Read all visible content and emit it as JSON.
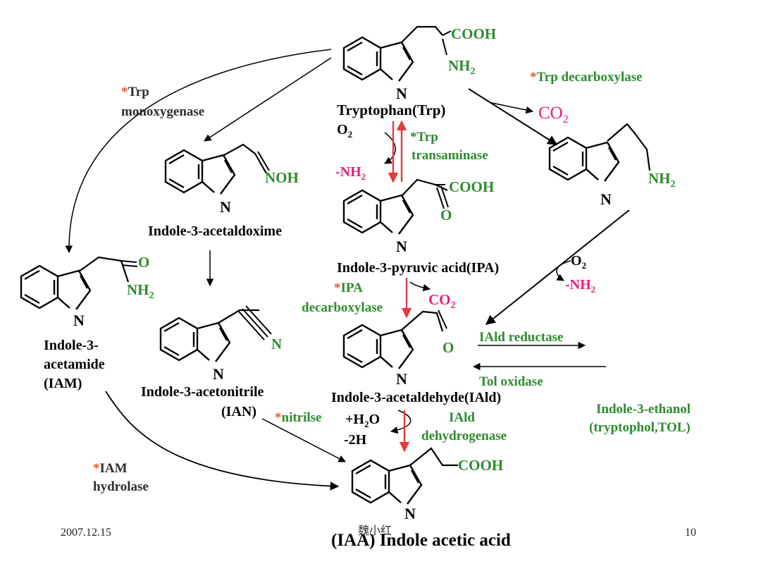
{
  "colors": {
    "green": "#2E8B2E",
    "red": "#E23B3B",
    "magenta": "#E8207A",
    "black": "#000000",
    "star": "#E8552E"
  },
  "atoms": {
    "cooh": "COOH",
    "nh2": "NH",
    "two": "2",
    "n": "N",
    "o": "O",
    "noh": "NOH",
    "o2": "O",
    "h2o": "+H",
    "h2o_tail": "O",
    "minus_2h": "-2H",
    "co2": "CO",
    "minus_nh2": "-NH"
  },
  "compounds": {
    "trp": "Tryptophan(Trp)",
    "iaox": "Indole-3-acetaldoxime",
    "ipa": "Indole-3-pyruvic acid(IPA)",
    "iam": [
      "Indole-3-",
      "acetamide",
      "(IAM)"
    ],
    "ian": [
      "Indole-3-acetonitrile",
      "(IAN)"
    ],
    "iald": "Indole-3-acetaldehyde(IAld)",
    "tol": [
      "Indole-3-ethanol",
      "(tryptophol,TOL)"
    ],
    "iaa": "(IAA) Indole acetic acid"
  },
  "enzymes": {
    "star": "*",
    "trp_monoxygenase": [
      "Trp",
      "monoxygenase"
    ],
    "trp_decarboxylase": "Trp decarboxylase",
    "trp_transaminase": [
      "Trp",
      "transaminase"
    ],
    "ipa_decarboxylase": [
      "IPA",
      "decarboxylase"
    ],
    "iald_reductase": "IAld reductase",
    "tol_oxidase": "Tol oxidase",
    "iald_dehydrogenase": [
      "IAld",
      "dehydrogenase"
    ],
    "nitrilse": "nitrilse",
    "iam_hydrolase": [
      "IAM",
      "hydrolase"
    ]
  },
  "footer": {
    "date": "2007.12.15",
    "author": "魏小红",
    "page": "10"
  }
}
